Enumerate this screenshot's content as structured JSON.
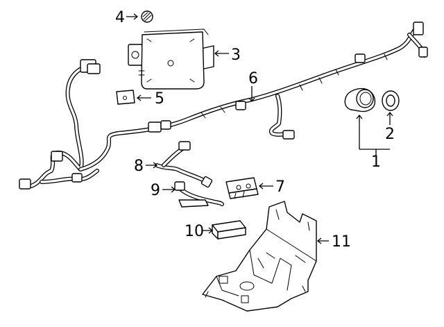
{
  "callouts": [
    {
      "id": "c1",
      "label": "1"
    },
    {
      "id": "c2",
      "label": "2"
    },
    {
      "id": "c3",
      "label": "3"
    },
    {
      "id": "c4",
      "label": "4"
    },
    {
      "id": "c5",
      "label": "5"
    },
    {
      "id": "c6",
      "label": "6"
    },
    {
      "id": "c7",
      "label": "7"
    },
    {
      "id": "c8",
      "label": "8"
    },
    {
      "id": "c9",
      "label": "9"
    },
    {
      "id": "c10",
      "label": "10"
    },
    {
      "id": "c11",
      "label": "11"
    }
  ],
  "colors": {
    "line": "#000000",
    "background": "#ffffff"
  }
}
